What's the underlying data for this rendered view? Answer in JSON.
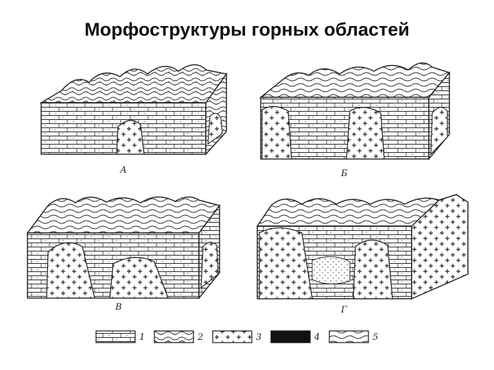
{
  "title": "Морфоструктуры горных областей",
  "blocks": [
    {
      "label": "А",
      "pattern": "pat-folds",
      "granite": [
        {
          "type": "intrusion"
        }
      ]
    },
    {
      "label": "Б",
      "pattern": "pat-layers",
      "granite": [
        {
          "type": "intrusion"
        }
      ]
    },
    {
      "label": "В",
      "pattern": "pat-layers",
      "granite": [
        {
          "type": "intrusion"
        }
      ]
    },
    {
      "label": "Г",
      "pattern": "pat-layers",
      "granite": [
        {
          "type": "intrusion"
        }
      ]
    }
  ],
  "legend": [
    {
      "number": "1",
      "pattern": "pat-layers"
    },
    {
      "number": "2",
      "pattern": "pat-folds"
    },
    {
      "number": "3",
      "pattern": "pat-granite"
    },
    {
      "number": "4",
      "pattern": "solid-black"
    },
    {
      "number": "5",
      "pattern": "pat-wavy"
    }
  ],
  "colors": {
    "ink": "#222222",
    "paper": "#ffffff",
    "solid": "#111111"
  }
}
